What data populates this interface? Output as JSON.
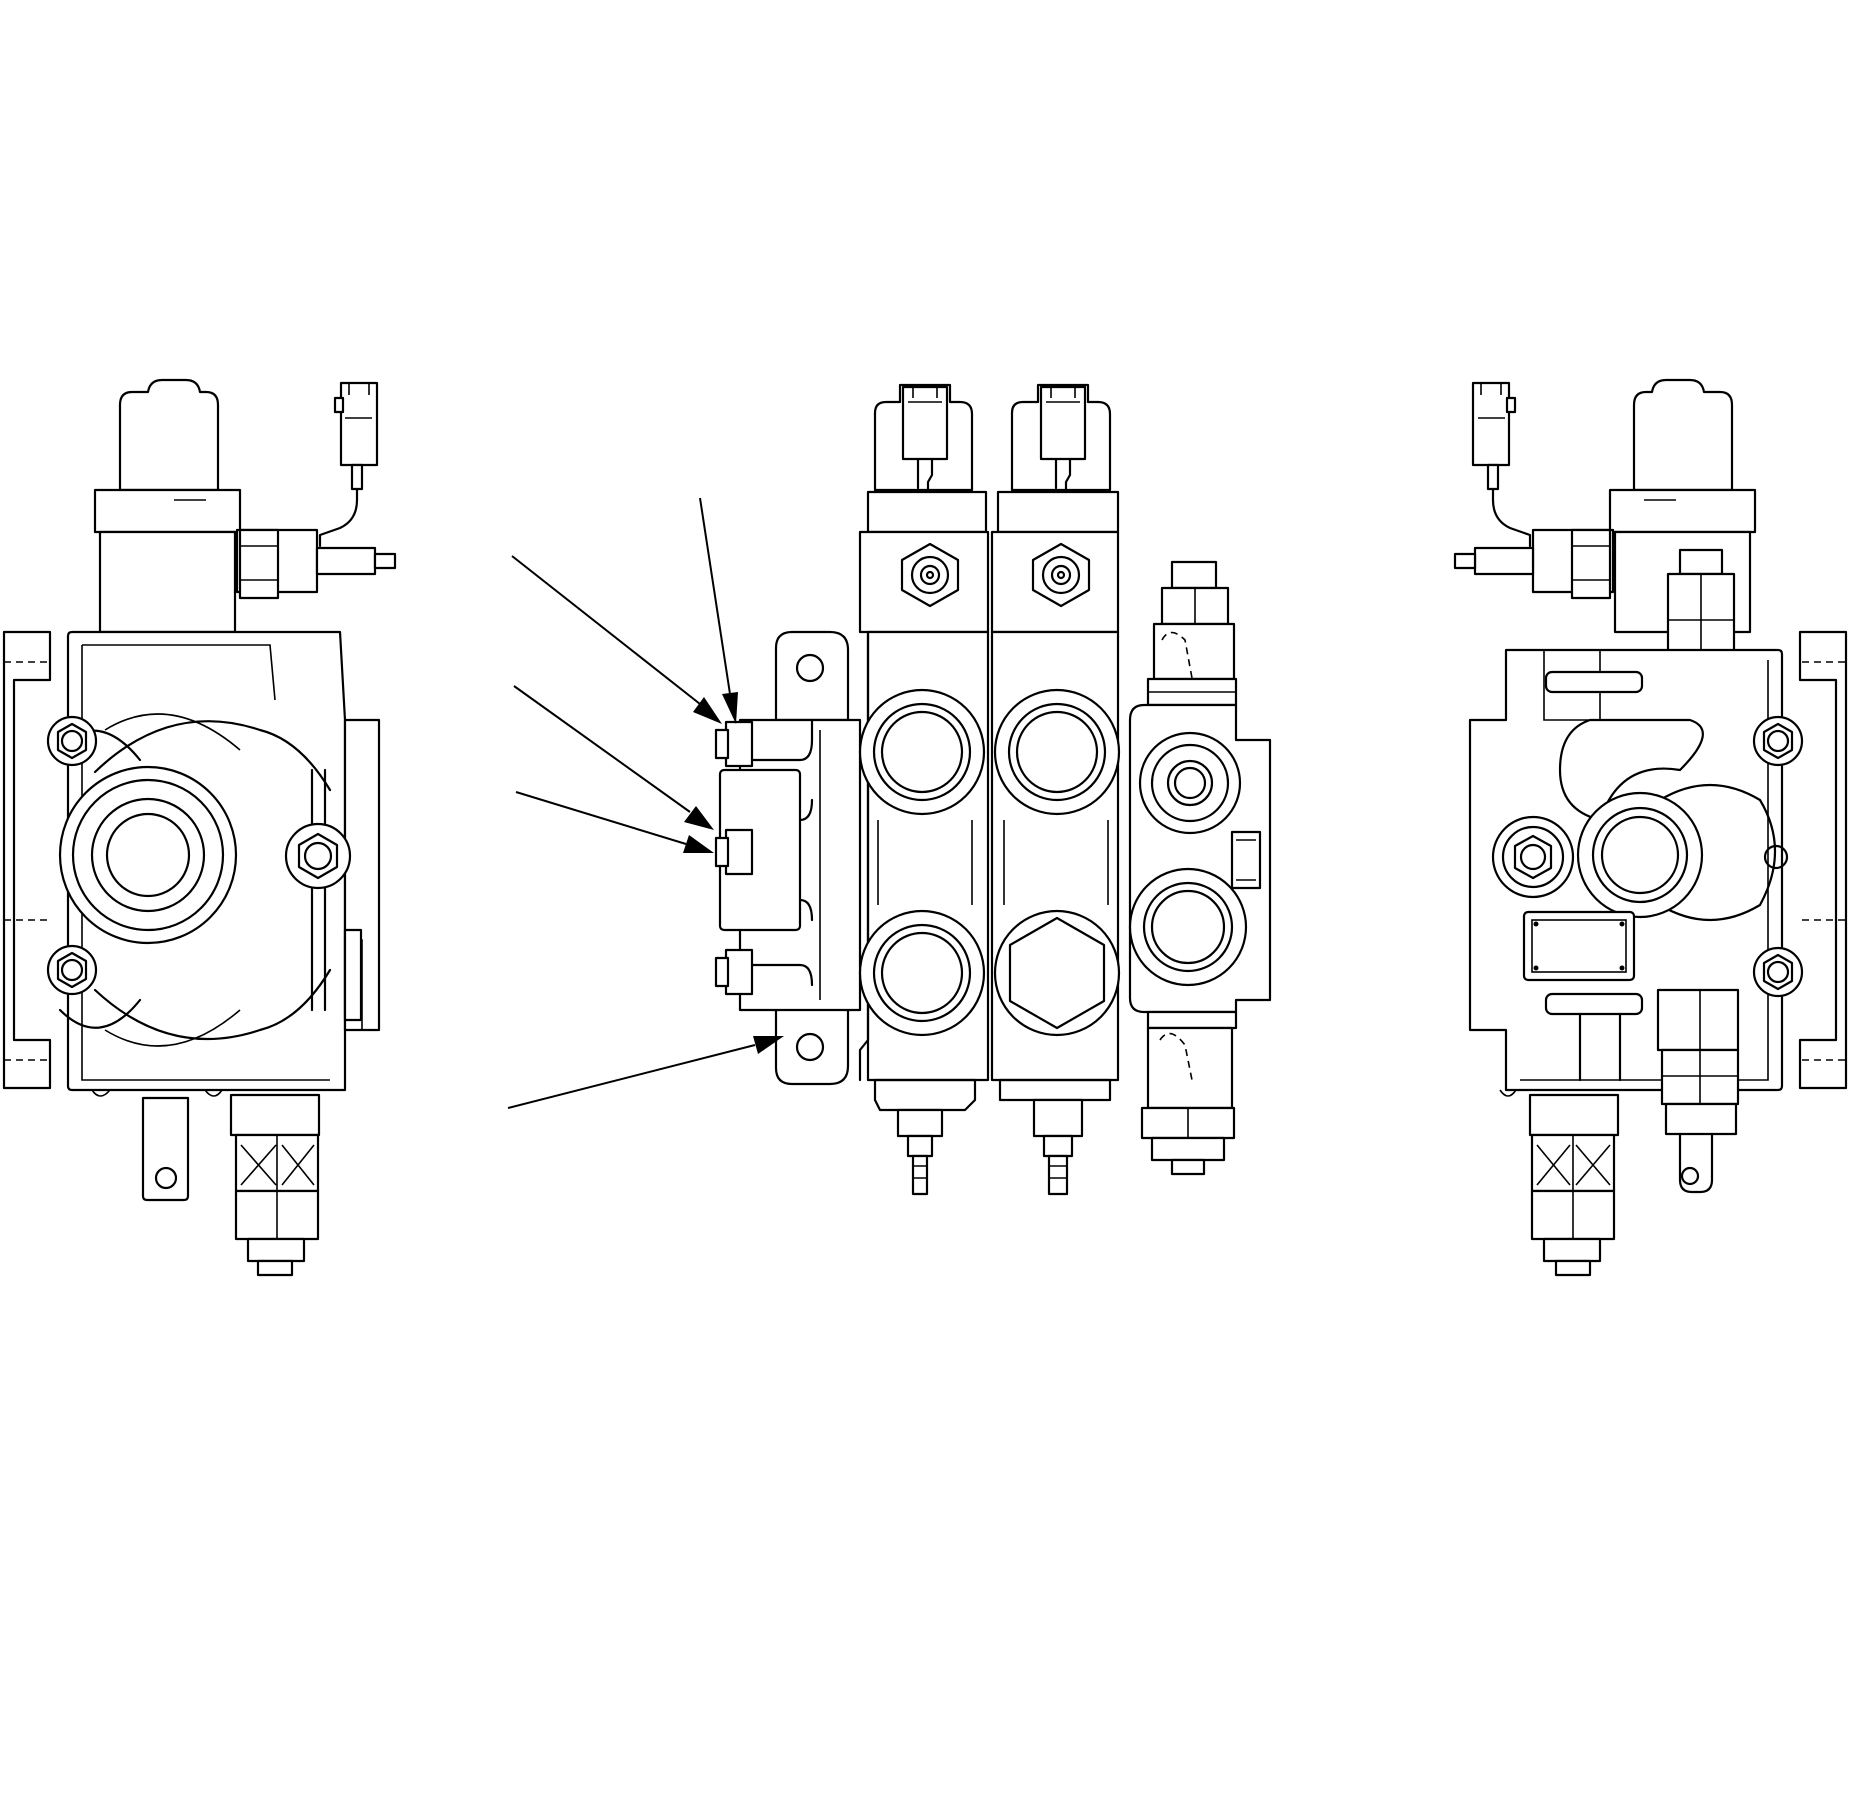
{
  "figure": {
    "views": [
      {
        "name": "left-side-view"
      },
      {
        "name": "front-view"
      },
      {
        "name": "right-side-view"
      }
    ],
    "leaders": [
      {
        "target": "upper-stud"
      },
      {
        "target": "upper-mounting-bolt"
      },
      {
        "target": "middle-mounting-bolt"
      },
      {
        "target": "middle-stud"
      },
      {
        "target": "mounting-ear"
      }
    ]
  },
  "colors": {
    "line": "#000000",
    "background": "#ffffff"
  }
}
